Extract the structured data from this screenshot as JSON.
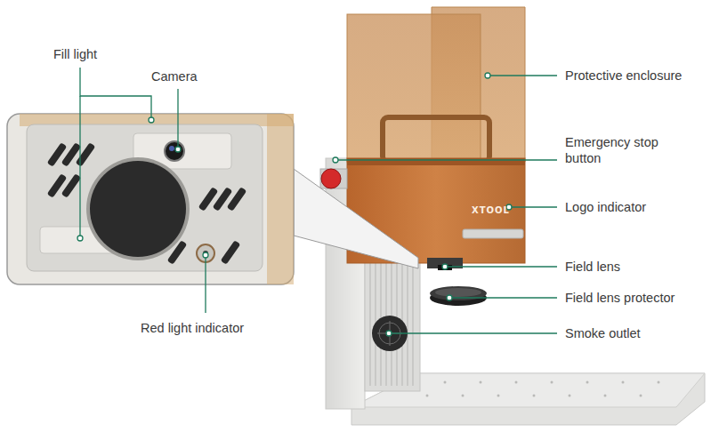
{
  "diagram": {
    "labels": [
      "Fill light",
      "Camera",
      "Protective enclosure",
      "Emergency stop button",
      "Logo indicator",
      "XTOOL",
      "Field lens",
      "Field lens protector",
      "Smoke outlet",
      "Red light indicator"
    ]
  }
}
